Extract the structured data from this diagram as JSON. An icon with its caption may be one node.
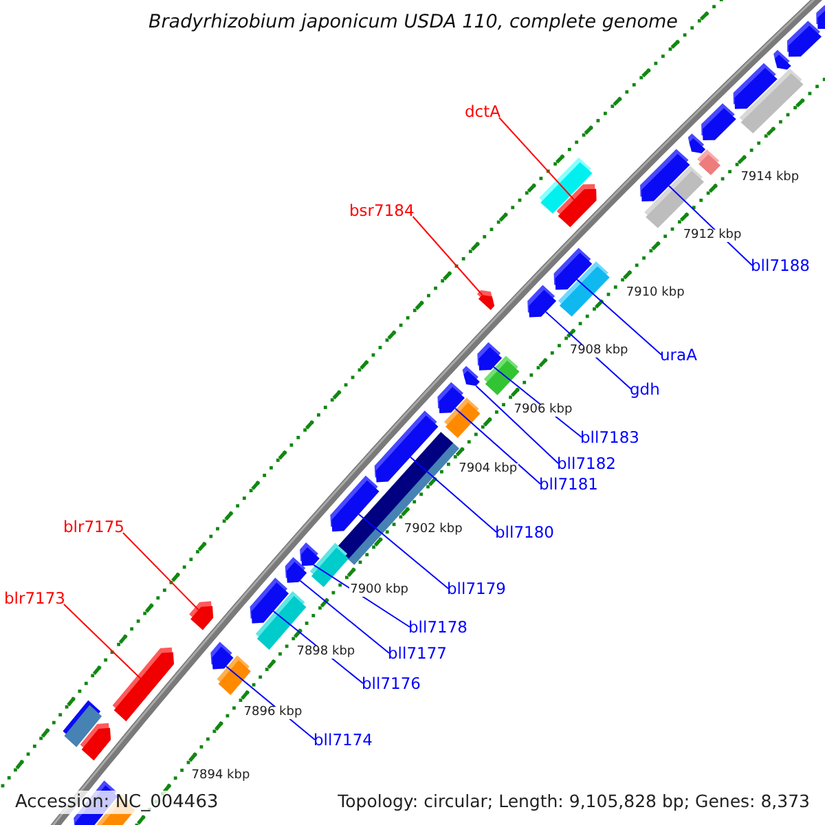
{
  "diagram": {
    "title": "Bradyrhizobium japonicum USDA 110, complete genome",
    "nodes": [
      {
        "text": [
          "dctA"
        ]
      },
      {
        "text": [],
        "shape": "bar"
      },
      {
        "text": [
          "bsr7184"
        ]
      },
      {
        "text": [],
        "shape": "bar"
      },
      {
        "text": [
          "bll7188"
        ]
      },
      {
        "text": [],
        "shape": "bar"
      },
      {
        "text": [
          "uraA"
        ]
      },
      {
        "text": [],
        "shape": "bar"
      },
      {
        "text": [
          "gdh"
        ]
      },
      {
        "text": [],
        "shape": "bar"
      },
      {
        "text": [
          "bll7183"
        ]
      },
      {
        "text": [],
        "shape": "bar"
      },
      {
        "text": [
          "bll7182"
        ]
      },
      {
        "text": [],
        "shape": "bar"
      },
      {
        "text": [
          "bll7181"
        ]
      },
      {
        "text": [],
        "shape": "bar"
      },
      {
        "text": [
          "blr7175"
        ]
      },
      {
        "text": [],
        "shape": "bar"
      },
      {
        "text": [
          "bll7180"
        ]
      },
      {
        "text": [],
        "shape": "bar"
      },
      {
        "text": [
          "bll7179"
        ]
      },
      {
        "text": [],
        "shape": "bar"
      },
      {
        "text": [
          "blr7173"
        ]
      },
      {
        "text": [],
        "shape": "bar"
      },
      {
        "text": [
          "bll7178"
        ]
      },
      {
        "text": [],
        "shape": "bar"
      },
      {
        "text": [
          "bll7177"
        ]
      },
      {
        "text": [],
        "shape": "bar"
      },
      {
        "text": [
          "bll7176"
        ]
      },
      {
        "text": [],
        "shape": "bar"
      },
      {
        "text": [
          "bll7174"
        ]
      },
      {
        "text": [],
        "shape": "bar"
      },
      {
        "text": [],
        "shape": "bar"
      },
      {
        "text": [],
        "shape": "bar"
      },
      {
        "text": [],
        "shape": "bar"
      },
      {
        "text": [],
        "shape": "bar"
      },
      {
        "text": [],
        "shape": "bar"
      },
      {
        "text": [],
        "shape": "bar"
      },
      {
        "text": [],
        "shape": "bar"
      },
      {
        "text": [],
        "shape": "bar"
      },
      {
        "text": [],
        "shape": "bar"
      },
      {
        "text": [],
        "shape": "bar"
      },
      {
        "text": [],
        "shape": "bar"
      },
      {
        "text": [],
        "shape": "bar"
      },
      {
        "text": [],
        "shape": "bar"
      },
      {
        "text": [],
        "shape": "bar"
      },
      {
        "text": [],
        "shape": "bar"
      },
      {
        "text": [],
        "shape": "bar"
      },
      {
        "text": [],
        "shape": "bar"
      },
      {
        "text": [],
        "shape": "bar"
      },
      {
        "text": [],
        "shape": "bar"
      },
      {
        "text": [],
        "shape": "bar"
      },
      {
        "text": [],
        "shape": "bar"
      }
    ],
    "edges": [
      {
        "from": 0,
        "to": 1,
        "arrow": "none",
        "color": "#ff0000"
      },
      {
        "from": 2,
        "to": 3,
        "arrow": "none",
        "color": "#ff0000"
      },
      {
        "from": 4,
        "to": 5,
        "arrow": "none"
      },
      {
        "from": 6,
        "to": 7,
        "arrow": "none"
      },
      {
        "from": 8,
        "to": 9,
        "arrow": "none"
      },
      {
        "from": 10,
        "to": 11,
        "arrow": "none"
      },
      {
        "from": 12,
        "to": 13,
        "arrow": "none"
      },
      {
        "from": 14,
        "to": 15,
        "arrow": "none"
      },
      {
        "from": 16,
        "to": 17,
        "arrow": "none",
        "color": "#ff0000"
      },
      {
        "from": 18,
        "to": 19,
        "arrow": "none"
      },
      {
        "from": 20,
        "to": 21,
        "arrow": "none"
      },
      {
        "from": 22,
        "to": 23,
        "arrow": "none",
        "color": "#ff0000"
      },
      {
        "from": 24,
        "to": 25,
        "arrow": "none"
      },
      {
        "from": 26,
        "to": 27,
        "arrow": "none"
      },
      {
        "from": 28,
        "to": 29,
        "arrow": "none"
      },
      {
        "from": 30,
        "to": 31,
        "arrow": "none"
      }
    ],
    "labels": [
      "7914 kbp",
      "7912 kbp",
      "7910 kbp",
      "7908 kbp",
      "7906 kbp",
      "7904 kbp",
      "7902 kbp",
      "7900 kbp",
      "7898 kbp",
      "7896 kbp",
      "7894 kbp",
      "Accession: NC_004463",
      "Topology: circular; Length: 9,105,828 bp; Genes: 8,373"
    ]
  }
}
